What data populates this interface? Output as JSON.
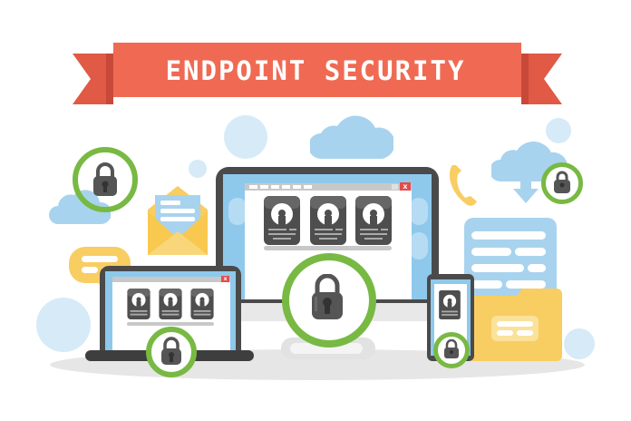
{
  "banner": {
    "title": "ENDPOINT SECURITY",
    "color": "#f06a53",
    "ribbon_color": "#e05a45",
    "fold_color": "#c8493a"
  },
  "palette": {
    "sky_blue": "#a8d3ee",
    "light_blue": "#d6eaf8",
    "screen_blue": "#8ec9ec",
    "dark_frame": "#4a4a4a",
    "lock_gray": "#5a5a5a",
    "ring_green": "#78b943",
    "yellow": "#f8cd62",
    "ground": "#e4e4e4"
  },
  "devices": {
    "monitor": {
      "window_close": "x",
      "profile_cards": 3,
      "lock": "center-lock"
    },
    "laptop": {
      "window_close": "x",
      "profile_cards": 3,
      "lock": "laptop-lock"
    },
    "phone": {
      "profile_cards": 1,
      "lock": "phone-lock"
    }
  },
  "icons": [
    "cloud-icon",
    "padlock-icon",
    "envelope-icon",
    "chat-bubble-icon",
    "phone-handset-icon",
    "cloud-download-icon",
    "document-icon",
    "folder-icon"
  ]
}
